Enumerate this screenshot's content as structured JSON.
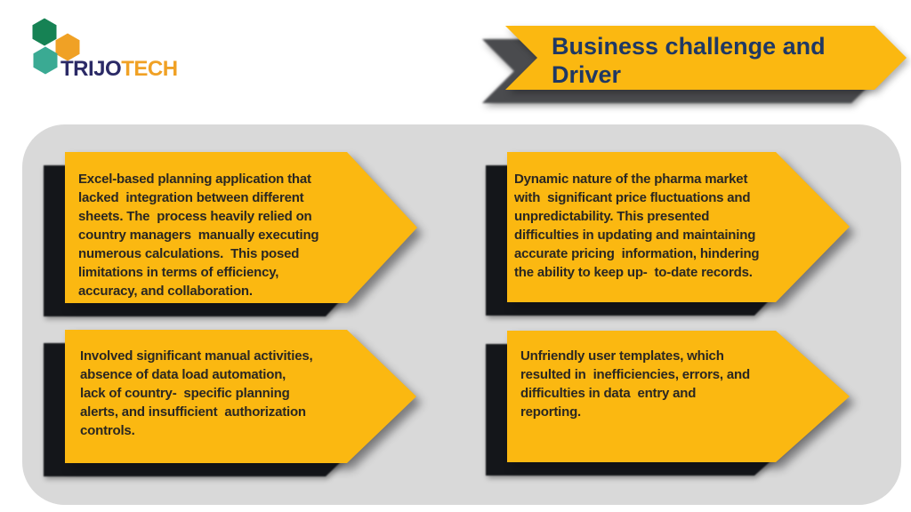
{
  "logo": {
    "brand_part1": "TRIJO",
    "brand_part2": "TECH"
  },
  "title": "Business challenge and\nDriver",
  "cards": [
    {
      "text": "Excel-based planning application that\nlacked  integration between different\nsheets. The  process heavily relied on\ncountry managers  manually executing\nnumerous calculations.  This posed\nlimitations in terms of efficiency,\naccuracy, and collaboration."
    },
    {
      "text": "Dynamic nature of the pharma market\nwith  significant price fluctuations and\nunpredictability. This presented\ndifficulties in updating and maintaining\naccurate pricing  information, hindering\nthe ability to keep up-  to-date records."
    },
    {
      "text": "Involved significant manual activities,\nabsence of data load automation,\nlack of country-  specific planning\nalerts, and insufficient  authorization\ncontrols."
    },
    {
      "text": "Unfriendly user templates, which\nresulted in  inefficiencies, errors, and\ndifficulties in data  entry and\nreporting."
    }
  ],
  "colors": {
    "arrow_yellow": "#fbb811",
    "arrow_shadow_black": "#14161a",
    "panel_gray": "#d9d9d9",
    "banner_shadow_gray": "#4a4b4e",
    "title_navy": "#1f3864",
    "body_text": "#2a2722",
    "logo_green": "#168254",
    "logo_teal": "#3aaa93",
    "logo_orange": "#f0a125",
    "logo_navy": "#2b2a66"
  }
}
